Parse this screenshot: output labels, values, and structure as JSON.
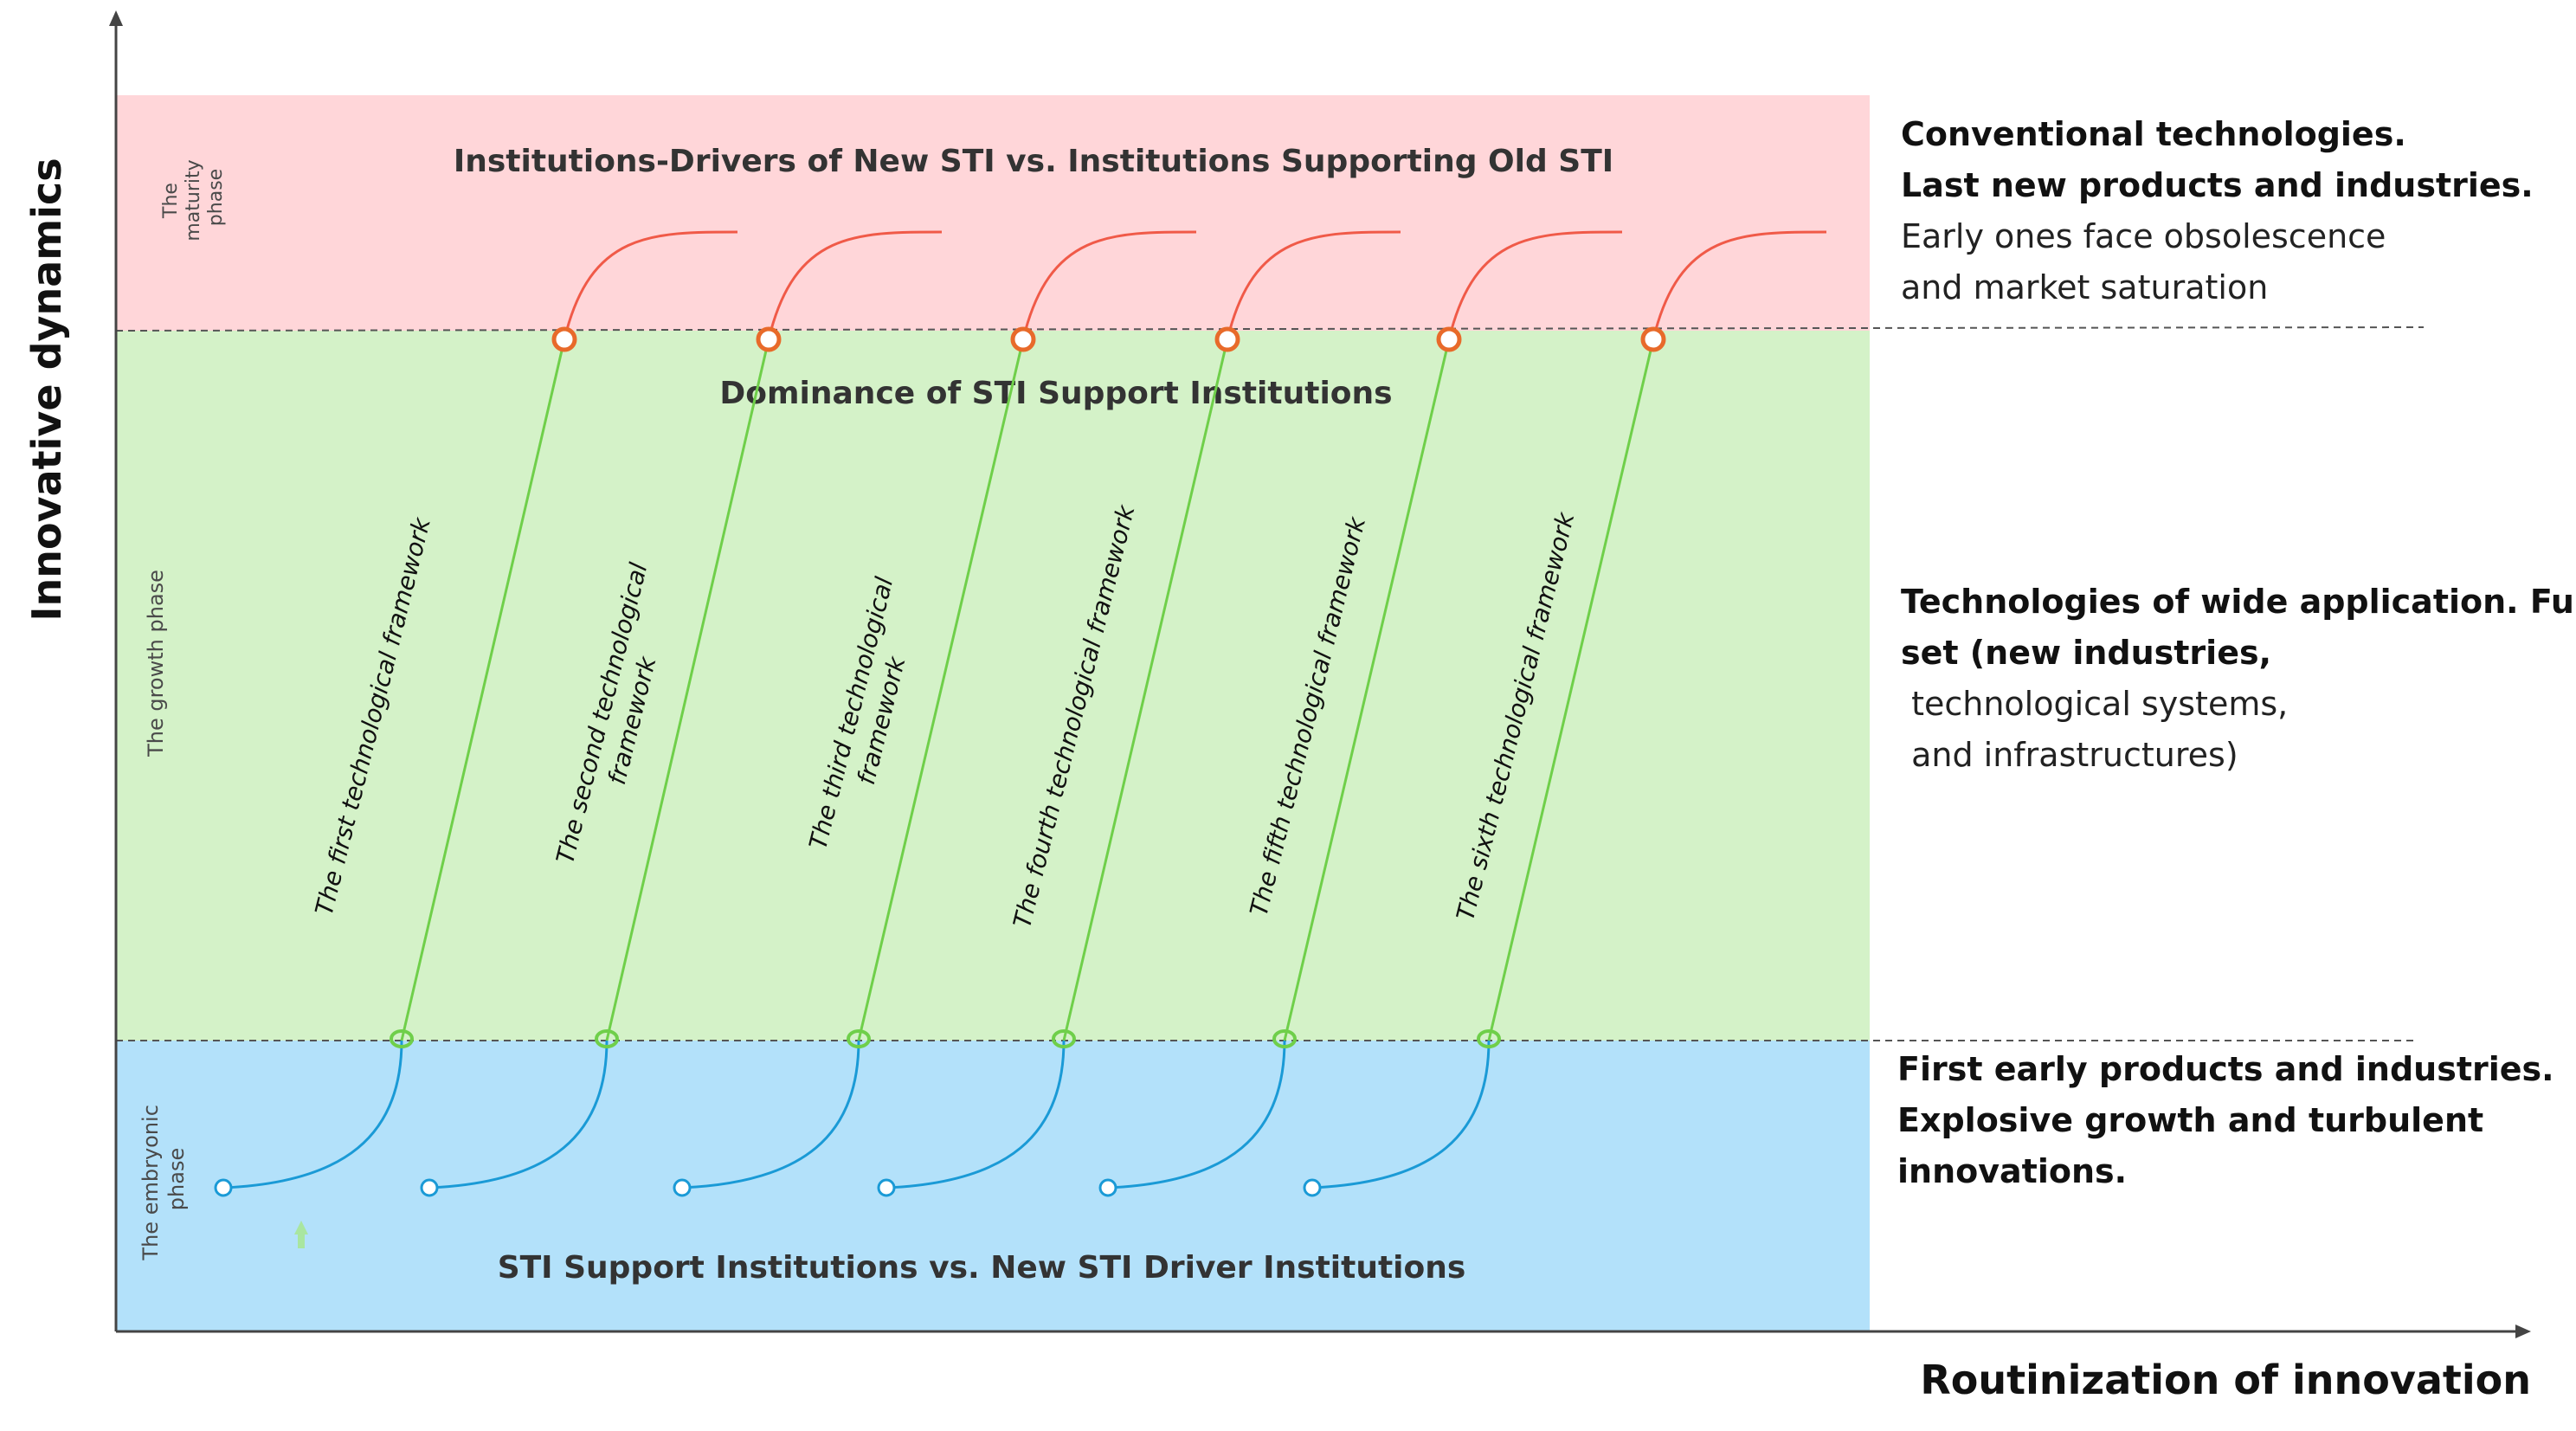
{
  "axes": {
    "y_title": "Innovative dynamics",
    "x_title": "Routinization of innovation"
  },
  "phases": {
    "maturity": {
      "label_lines": [
        "The",
        "maturity",
        "phase"
      ],
      "color": "#ffd6d9"
    },
    "growth": {
      "label": "The growth phase",
      "color": "#d4f2c8"
    },
    "embryonic": {
      "label_lines": [
        "The embryonic",
        "phase"
      ],
      "color": "#b3e1fa"
    }
  },
  "band_titles": {
    "maturity": "Institutions-Drivers of New STI vs. Institutions Supporting Old STI",
    "growth": "Dominance of STI Support Institutions",
    "embryonic": "STI Support Institutions vs. New STI Driver Institutions"
  },
  "frameworks": [
    {
      "lines": [
        "The first technological framework"
      ]
    },
    {
      "lines": [
        "The second technological",
        "framework"
      ]
    },
    {
      "lines": [
        "The third technological",
        "framework"
      ]
    },
    {
      "lines": [
        "The fourth technological framework"
      ]
    },
    {
      "lines": [
        "The fifth technological framework"
      ]
    },
    {
      "lines": [
        "The sixth technological framework"
      ]
    }
  ],
  "notes": {
    "maturity": [
      {
        "text": "Conventional technologies.",
        "bold": true
      },
      {
        "text": "Last new products and industries.",
        "bold": true
      },
      {
        "text": "Early ones face obsolescence",
        "bold": false
      },
      {
        "text": "and market saturation",
        "bold": false
      }
    ],
    "growth": [
      {
        "text": "Technologies of wide application. Full",
        "bold": true
      },
      {
        "text": "set (new industries,",
        "bold": true
      },
      {
        "text": " technological systems,",
        "bold": false
      },
      {
        "text": " and infrastructures)",
        "bold": false
      }
    ],
    "embryonic": [
      {
        "text": "First early products and industries.",
        "bold": true
      },
      {
        "text": "Explosive growth and turbulent",
        "bold": true
      },
      {
        "text": "innovations.",
        "bold": true
      }
    ]
  },
  "curve_colors": {
    "maturity": "#f05a48",
    "growth": "#6fcf4a",
    "embryonic": "#1a9ad6",
    "marker_top": "#e86a2a"
  }
}
